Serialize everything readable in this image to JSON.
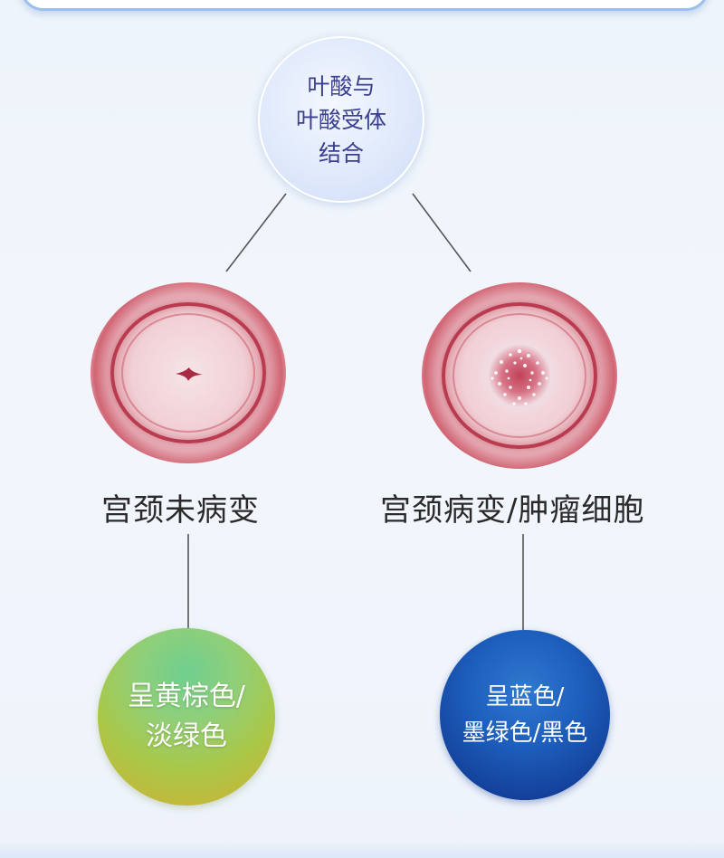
{
  "top_node": {
    "text": "叶酸与\n叶酸受体\n结合",
    "lines": [
      "叶酸与",
      "叶酸受体",
      "结合"
    ]
  },
  "branches": [
    {
      "label": "宫颈未病变",
      "result_lines": [
        "呈黄棕色/",
        "淡绿色"
      ],
      "result_color": "#a9c84a"
    },
    {
      "label": "宫颈病变/肿瘤细胞",
      "result_lines": [
        "呈蓝色/",
        "墨绿色/黑色"
      ],
      "result_color": "#1a4fae"
    }
  ],
  "colors": {
    "top_text": "#3b3f8f",
    "tissue_ring": "#b93b4f",
    "connector": "#555555"
  },
  "icons": {
    "normal_tissue": "cervix-normal-icon",
    "lesion_tissue": "cervix-lesion-icon"
  }
}
